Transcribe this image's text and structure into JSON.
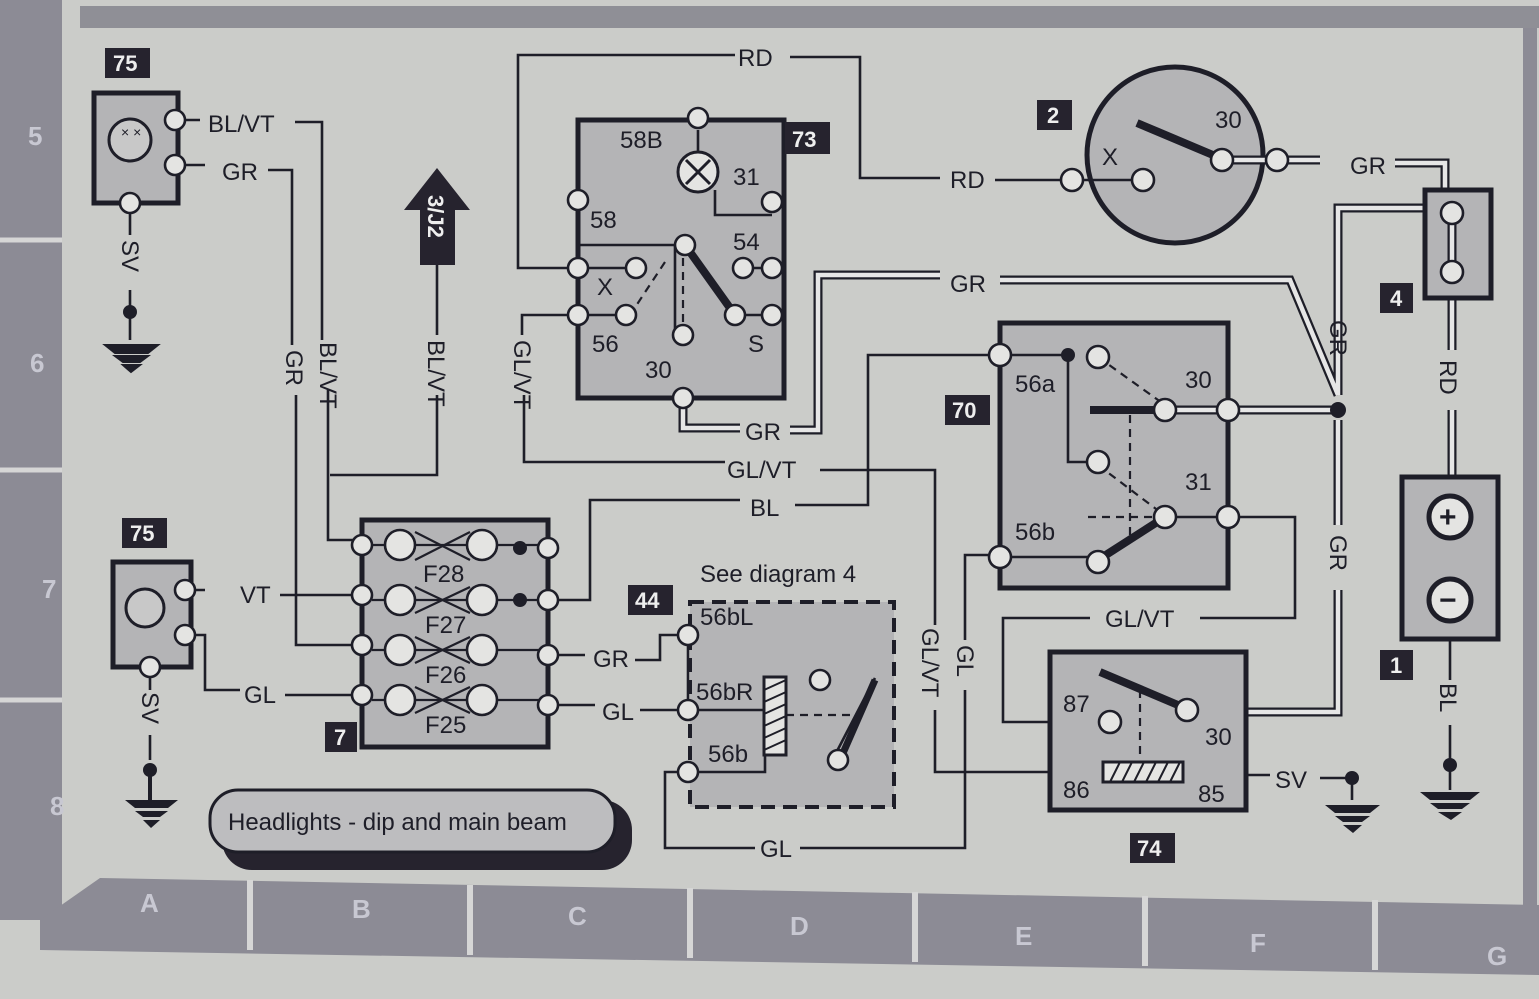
{
  "title": "Headlights - dip and main beam",
  "note": "See diagram 4",
  "arrow_ref": "3/J2",
  "grid": {
    "rows": [
      "5",
      "6",
      "7",
      "8"
    ],
    "columns": [
      "A",
      "B",
      "C",
      "D",
      "E",
      "F",
      "G"
    ]
  },
  "components": {
    "lamp_top": "75",
    "lamp_bottom": "75",
    "light_switch": "73",
    "ignition_switch": "2",
    "fusible_link": "4",
    "dip_relay": "70",
    "battery": "1",
    "fuse_box": "7",
    "flash_relay": "44",
    "headlight_relay": "74"
  },
  "terminals": {
    "s73": [
      "58B",
      "31",
      "58",
      "54",
      "X",
      "56",
      "30",
      "S"
    ],
    "s2": [
      "X",
      "30"
    ],
    "r70": [
      "56a",
      "30",
      "31",
      "56b"
    ],
    "r74": [
      "87",
      "30",
      "86",
      "85"
    ],
    "r44": [
      "56bL",
      "56bR",
      "56b"
    ],
    "fuses": [
      "F28",
      "F27",
      "F26",
      "F25"
    ],
    "battery": [
      "+",
      "−"
    ]
  },
  "wire_labels": [
    "RD",
    "RD",
    "GR",
    "GR",
    "BL/VT",
    "GR",
    "SV",
    "BL/VT",
    "GR",
    "BL/VT",
    "GL/VT",
    "GR",
    "GL/VT",
    "BL",
    "GR",
    "RD",
    "GR",
    "VT",
    "GL",
    "SV",
    "GR",
    "GL",
    "GL/VT",
    "GL",
    "GL/VT",
    "GL",
    "SV",
    "BL"
  ]
}
